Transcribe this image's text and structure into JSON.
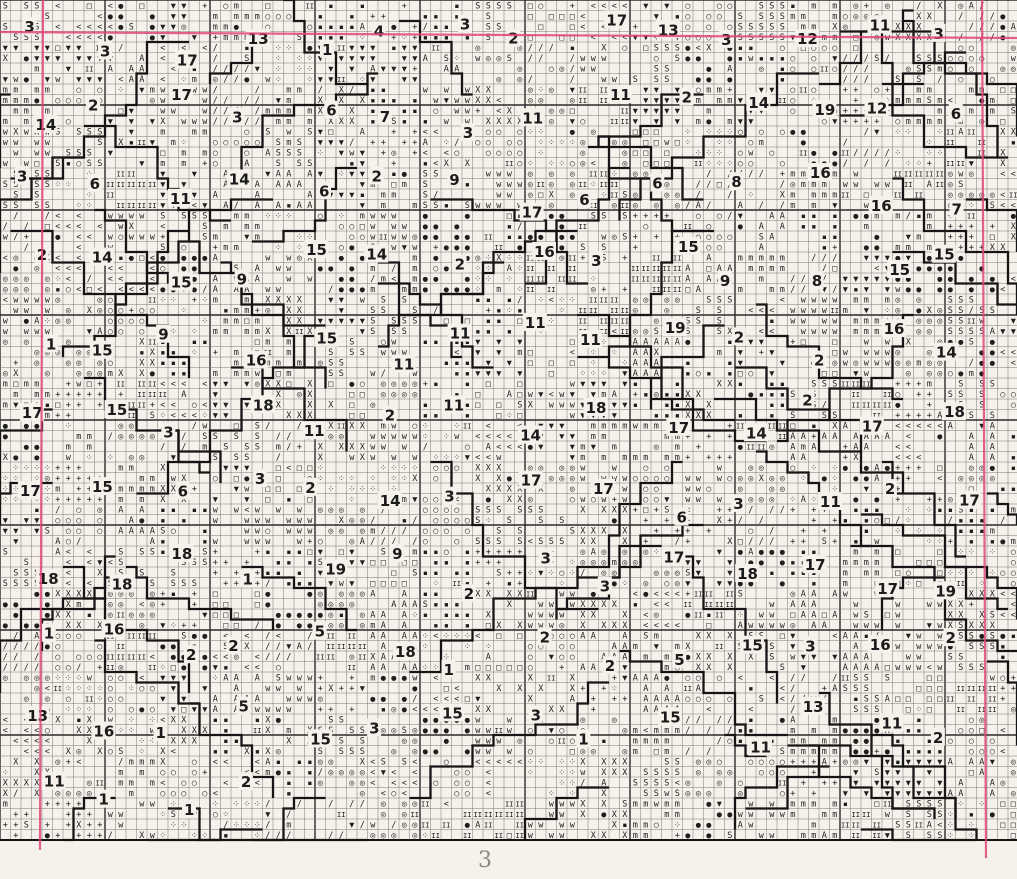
{
  "page": {
    "title": "",
    "page_number": "3"
  },
  "colors": {
    "paper": "#f6f1ea",
    "grid_line": "#6b6b6b",
    "grid_line_bold": "#2b2b2b",
    "outline": "#151515",
    "guide_line": "#e2467a",
    "symbol": "#1f1f1f",
    "number": "#1b1b1b"
  },
  "chart_data": {
    "type": "table",
    "title": "",
    "region_numbers": [
      "3",
      "3",
      "17",
      "13",
      "1",
      "4",
      "3",
      "2",
      "17",
      "13",
      "3",
      "12",
      "11",
      "3",
      "14",
      "2",
      "17",
      "3",
      "6",
      "7",
      "3",
      "11",
      "11",
      "2",
      "14",
      "19",
      "12",
      "6",
      "3",
      "6",
      "11",
      "14",
      "6",
      "2",
      "9",
      "17",
      "6",
      "6",
      "8",
      "16",
      "16",
      "7",
      "2",
      "14",
      "15",
      "9",
      "15",
      "14",
      "2",
      "16",
      "3",
      "15",
      "9",
      "8",
      "15",
      "15",
      "1",
      "15",
      "9",
      "16",
      "15",
      "11",
      "11",
      "11",
      "11",
      "19",
      "2",
      "2",
      "16",
      "14",
      "17",
      "15",
      "3",
      "18",
      "11",
      "2",
      "11",
      "14",
      "18",
      "17",
      "14",
      "2",
      "17",
      "18",
      "17",
      "15",
      "6",
      "3",
      "2",
      "14",
      "3",
      "17",
      "17",
      "6",
      "3",
      "11",
      "2",
      "17",
      "18",
      "18",
      "18",
      "1",
      "19",
      "9",
      "2",
      "3",
      "3",
      "17",
      "18",
      "17",
      "17",
      "19",
      "1",
      "16",
      "2",
      "2",
      "5",
      "18",
      "1",
      "2",
      "2",
      "5",
      "15",
      "3",
      "16",
      "2",
      "13",
      "16",
      "1",
      "5",
      "15",
      "3",
      "15",
      "3",
      "1",
      "15",
      "11",
      "13",
      "11",
      "2",
      "11",
      "1",
      "1",
      "2"
    ],
    "symbol_set": [
      "S",
      "II",
      "A",
      "▼",
      "+",
      "○",
      "●",
      "◎",
      "X",
      "/",
      "w",
      "m",
      "<",
      "□",
      "⁘",
      "▪"
    ]
  }
}
